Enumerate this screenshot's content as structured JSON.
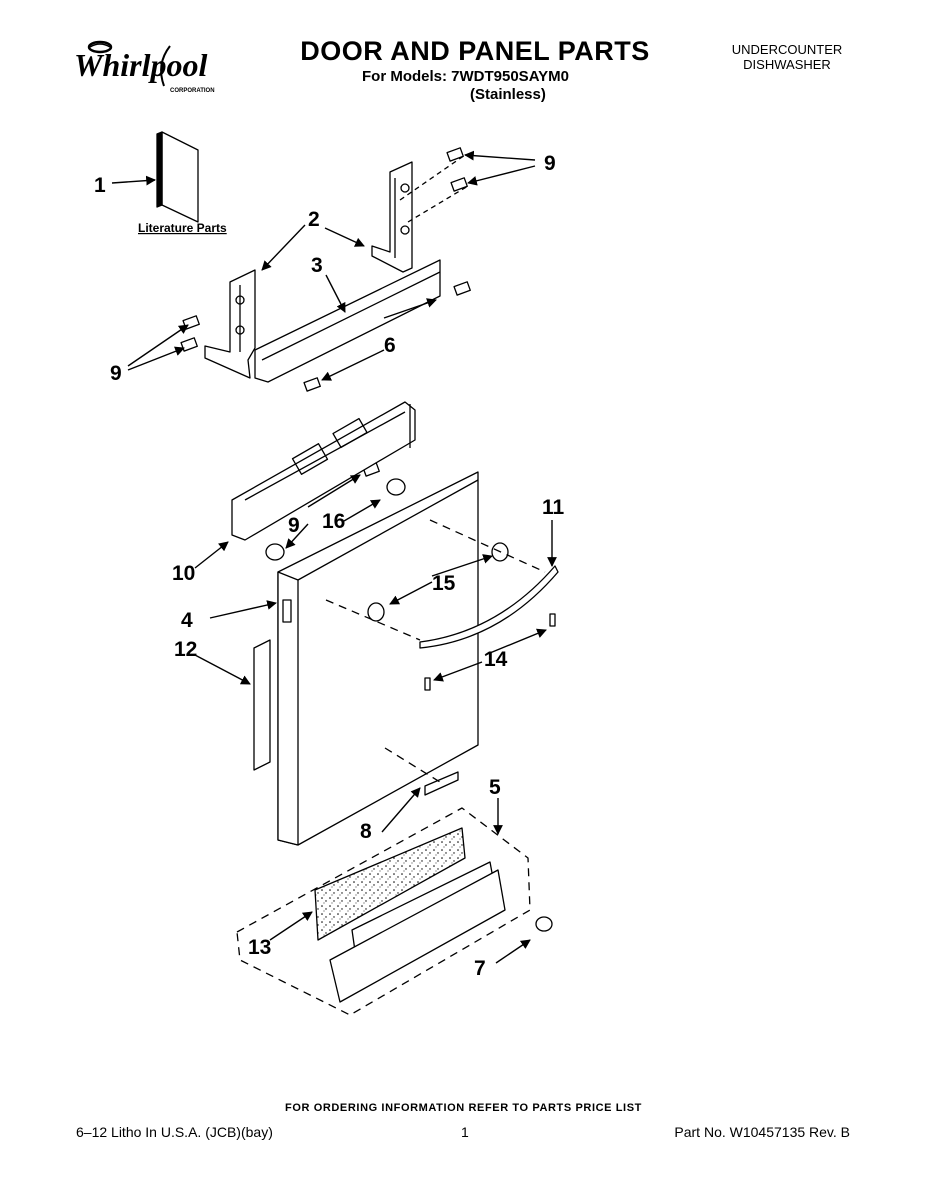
{
  "header": {
    "brand": "Whirlpool",
    "brand_sub": "CORPORATION",
    "title": "DOOR AND PANEL PARTS",
    "models_line": "For Models: 7WDT950SAYM0",
    "finish": "(Stainless)",
    "product_type_line1": "UNDERCOUNTER",
    "product_type_line2": "DISHWASHER"
  },
  "diagram": {
    "literature_label": "Literature Parts",
    "callouts": [
      "1",
      "2",
      "3",
      "4",
      "5",
      "6",
      "7",
      "8",
      "9",
      "9",
      "9",
      "10",
      "11",
      "12",
      "13",
      "14",
      "15",
      "16"
    ]
  },
  "footer": {
    "order_note": "FOR ORDERING INFORMATION REFER TO PARTS PRICE LIST",
    "litho": "6–12   Litho In U.S.A. (JCB)(bay)",
    "page": "1",
    "part_no": "Part No. W10457135 Rev. B"
  }
}
